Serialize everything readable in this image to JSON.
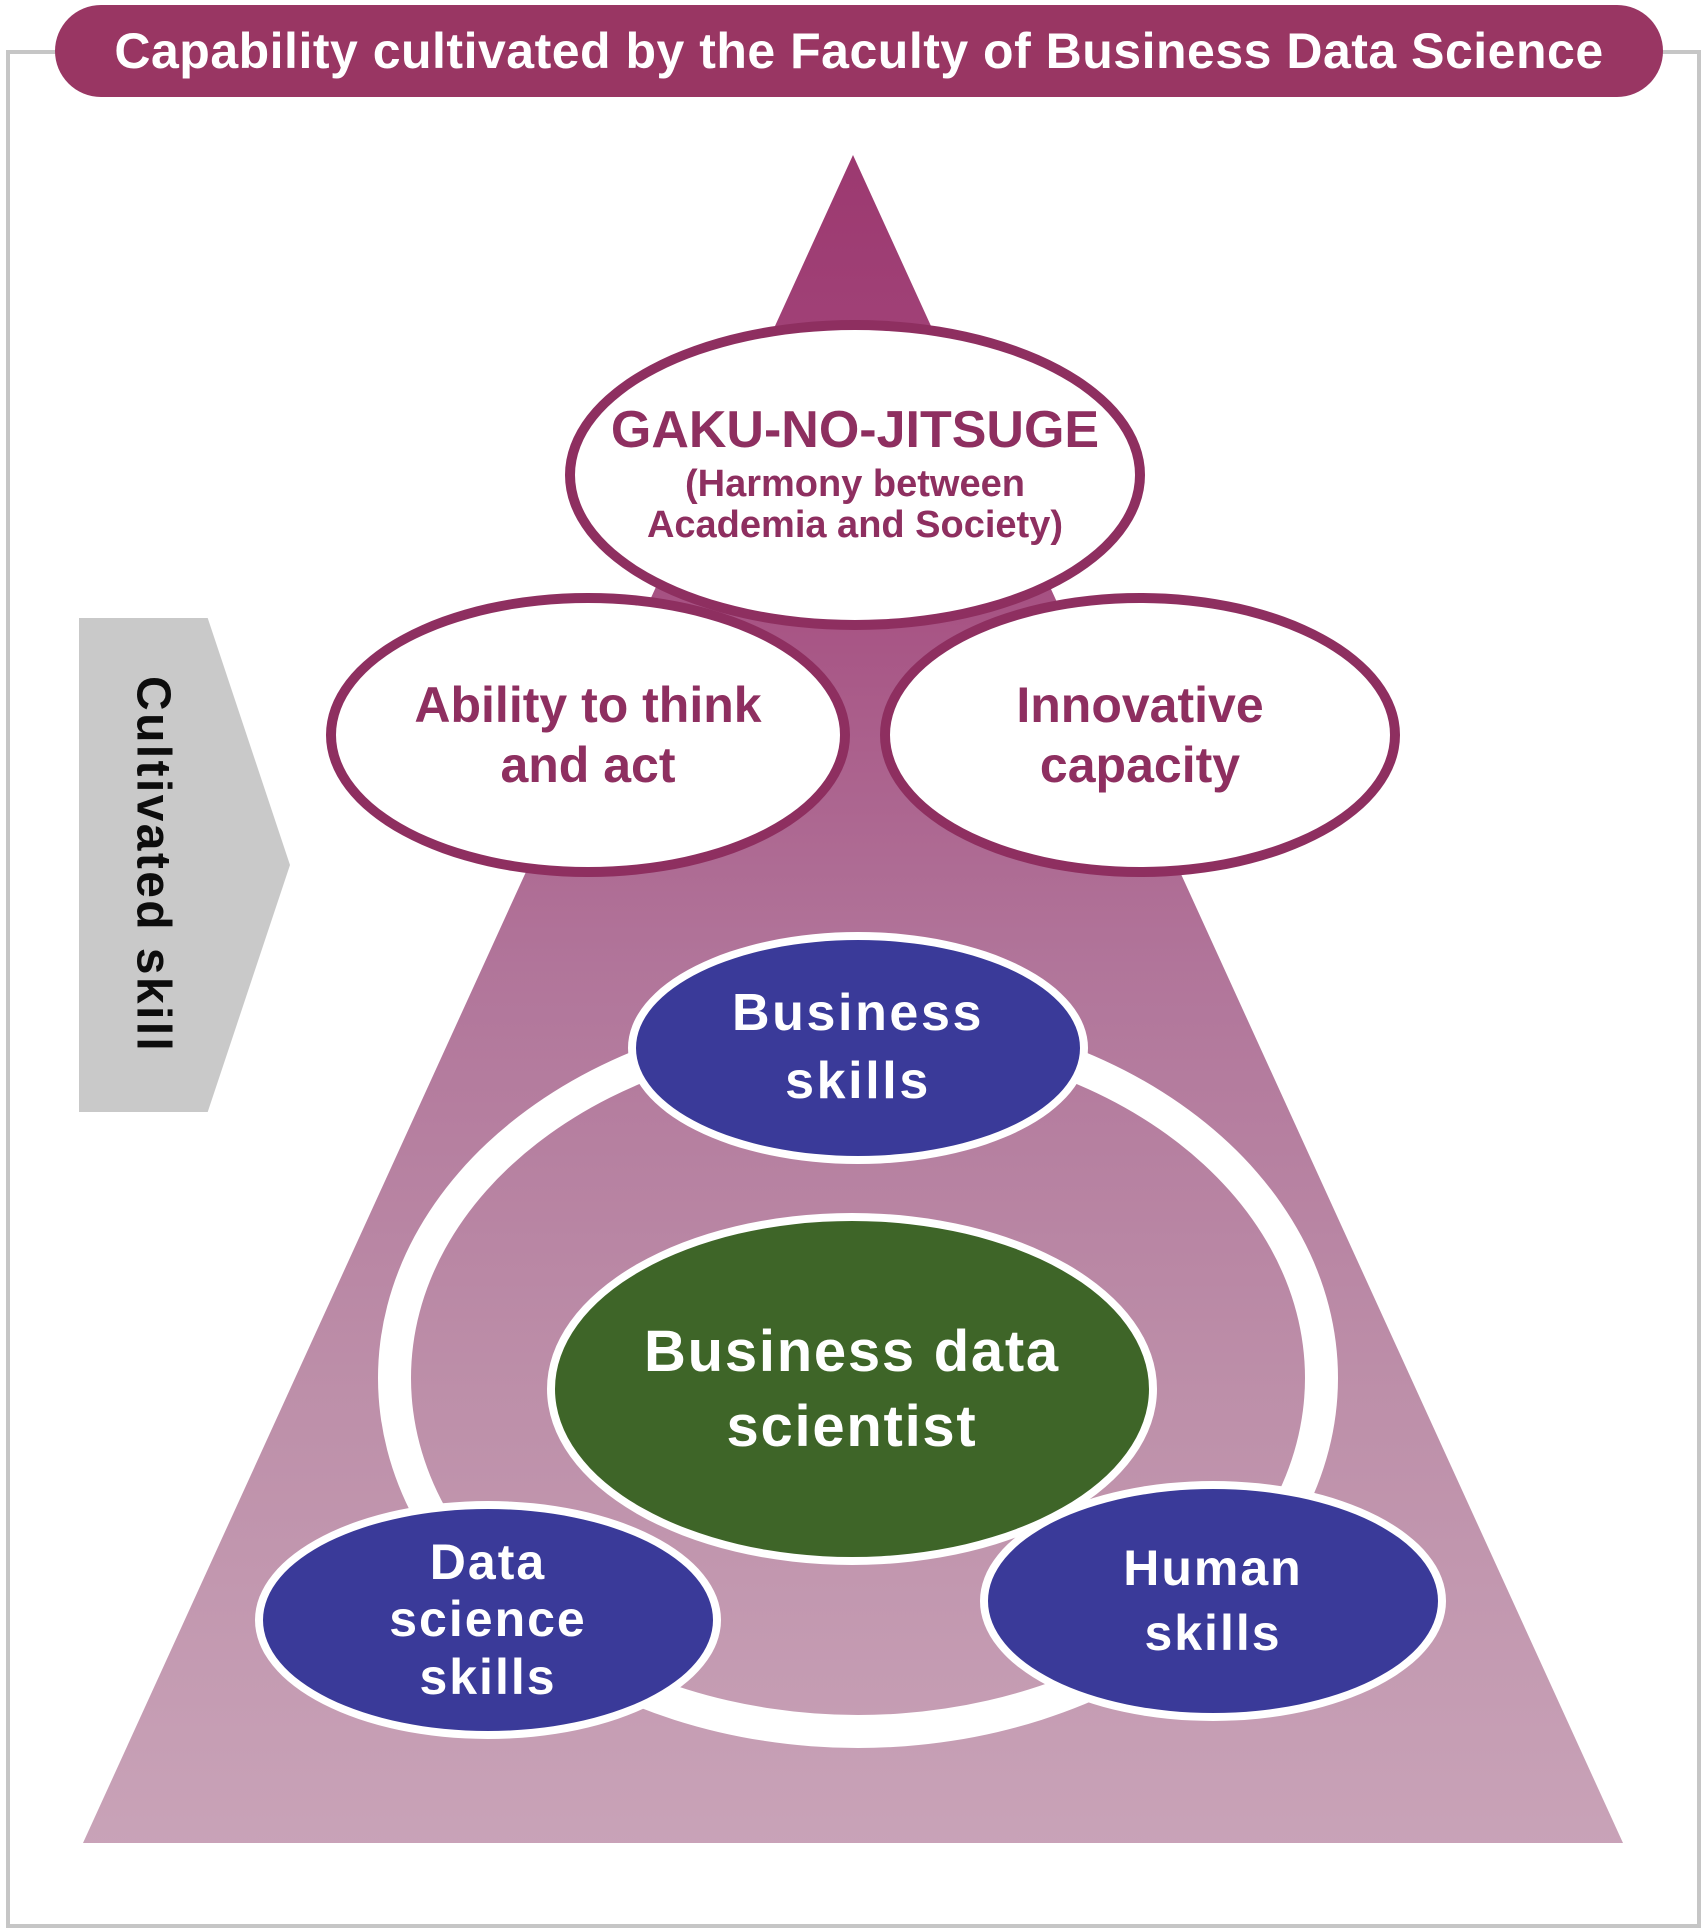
{
  "colors": {
    "banner": "#993663",
    "purple": "#8E2F60",
    "blue": "#3A3A99",
    "green": "#3E6528",
    "tri-top": "#9C3970",
    "tri-mid1": "#A4497D",
    "tri-mid2": "#B1759A",
    "tri-mid3": "#BD8FA9",
    "tri-bottom": "#C9A3B8",
    "arrow-gray": "#C9C9C9",
    "frame-gray": "#C6C6C6"
  },
  "header": {
    "title": "Capability cultivated by the Faculty of Business Data Science"
  },
  "arrow": {
    "label": "Cultivated skill"
  },
  "apex_ellipse": {
    "title": "GAKU-NO-JITSUGE",
    "subtitle": "(Harmony between\nAcademia and Society)"
  },
  "skill_ellipses": {
    "ability": "Ability to think\nand act",
    "innovative": "Innovative\ncapacity"
  },
  "core_ellipses": {
    "business": "Business\nskills",
    "scientist": "Business data\nscientist",
    "data_science": "Data\nscience\nskills",
    "human": "Human\nskills"
  }
}
